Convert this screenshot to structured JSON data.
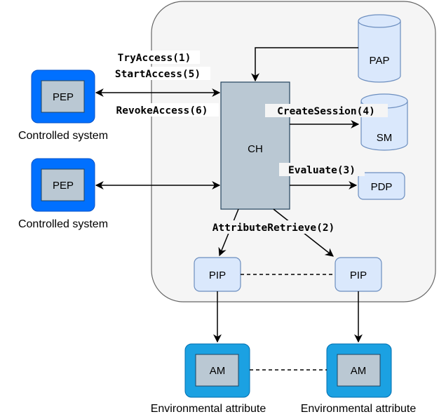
{
  "colors": {
    "container_fill": "#f5f5f5",
    "container_stroke": "#666666",
    "ch_fill": "#bac8d3",
    "ch_stroke": "#23445d",
    "light_blue_fill": "#dae8fc",
    "light_blue_stroke": "#6c8ebf",
    "pep_outer": "#0070ff",
    "am_outer": "#1ba1e2",
    "inner_box": "#bac8d3"
  },
  "nodes": {
    "ch": "CH",
    "pap": "PAP",
    "sm": "SM",
    "pdp": "PDP",
    "pep_top": "PEP",
    "pep_bottom": "PEP",
    "pip_left": "PIP",
    "pip_right": "PIP",
    "am_left": "AM",
    "am_right": "AM"
  },
  "captions": {
    "pep_top": "Controlled system",
    "pep_bottom": "Controlled system",
    "am_left": "Environmental attribute",
    "am_right": "Environmental attribute"
  },
  "edge_labels": {
    "try_access": "TryAccess(1)",
    "start_access": "StartAccess(5)",
    "revoke_access": "RevokeAccess(6)",
    "create_session": "CreateSession(4)",
    "evaluate": "Evaluate(3)",
    "attribute_retrieve": "AttributeRetrieve(2)"
  }
}
